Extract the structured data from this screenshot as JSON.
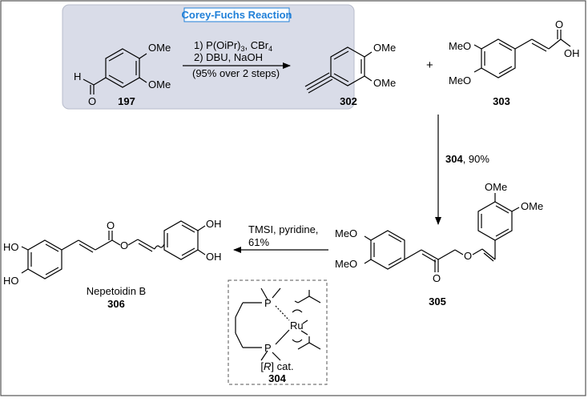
{
  "box": {
    "title": "Corey-Fuchs Reaction",
    "title_color": "#1f7fd8",
    "bg_color": "#d9dce8"
  },
  "compounds": {
    "c197": {
      "number": "197",
      "ome_top": "OMe",
      "ome_bottom": "OMe",
      "h": "H",
      "o": "O"
    },
    "c302": {
      "number": "302",
      "ome_top": "OMe",
      "ome_bottom": "OMe"
    },
    "c303": {
      "number": "303",
      "meo_top": "MeO",
      "meo_bottom": "MeO",
      "o": "O",
      "oh": "OH"
    },
    "c305": {
      "number": "305",
      "ome_top": "OMe",
      "ome_right": "OMe",
      "meo_top": "MeO",
      "meo_bottom": "MeO",
      "o_ester": "O",
      "o_carbonyl": "O"
    },
    "c306": {
      "name": "Nepetoidin B",
      "number": "306",
      "ho_top": "HO",
      "ho_bottom": "HO",
      "oh_top": "OH",
      "oh_bottom": "OH",
      "o_carbonyl": "O",
      "o_ester": "O"
    },
    "cat304": {
      "label_bracket": "[R] cat.",
      "label_r": "R",
      "number": "304",
      "p_top": "P",
      "p_bottom": "P",
      "ru": "Ru"
    }
  },
  "plus": "+",
  "step1": {
    "line1_pre": "1) P(OiPr)",
    "line1_sub3": "3",
    "line1_mid": ", CBr",
    "line1_sub4": "4",
    "line2": "2) DBU, NaOH",
    "line3": "(95% over 2 steps)"
  },
  "step2": {
    "reagent": "304",
    "yield": ", 90%"
  },
  "step3": {
    "line1": "TMSI, pyridine,",
    "line2": "61%"
  }
}
